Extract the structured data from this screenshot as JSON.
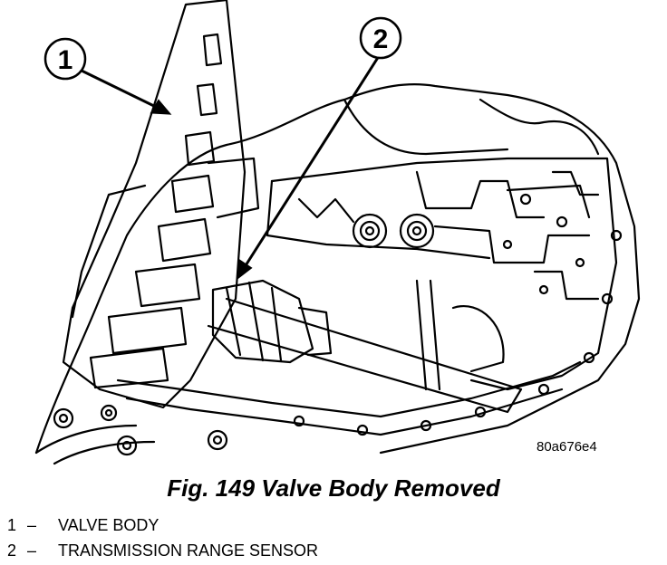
{
  "figure": {
    "callout_1": "1",
    "callout_2": "2",
    "image_code": "80a676e4",
    "caption": "Fig. 149 Valve Body Removed"
  },
  "legend": [
    {
      "number": "1",
      "dash": "–",
      "text": "VALVE BODY"
    },
    {
      "number": "2",
      "dash": "–",
      "text": "TRANSMISSION RANGE SENSOR"
    }
  ],
  "colors": {
    "ink": "#000000",
    "paper": "#ffffff"
  }
}
